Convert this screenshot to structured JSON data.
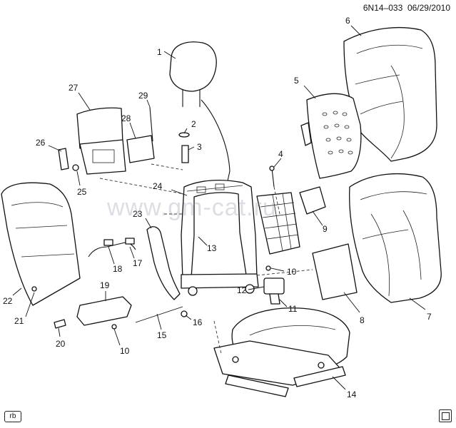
{
  "header": {
    "part_code": "6N14–033",
    "date": "06/29/2010"
  },
  "footer": {
    "tag": "rb"
  },
  "watermark": "www.gm-cat.ru",
  "callouts": [
    {
      "id": "c1",
      "label": "1"
    },
    {
      "id": "c2",
      "label": "2"
    },
    {
      "id": "c3",
      "label": "3"
    },
    {
      "id": "c4",
      "label": "4"
    },
    {
      "id": "c5",
      "label": "5"
    },
    {
      "id": "c6",
      "label": "6"
    },
    {
      "id": "c7",
      "label": "7"
    },
    {
      "id": "c8",
      "label": "8"
    },
    {
      "id": "c9",
      "label": "9"
    },
    {
      "id": "c10a",
      "label": "10"
    },
    {
      "id": "c10b",
      "label": "10"
    },
    {
      "id": "c11",
      "label": "11"
    },
    {
      "id": "c12",
      "label": "12"
    },
    {
      "id": "c13",
      "label": "13"
    },
    {
      "id": "c14",
      "label": "14"
    },
    {
      "id": "c15",
      "label": "15"
    },
    {
      "id": "c16",
      "label": "16"
    },
    {
      "id": "c17",
      "label": "17"
    },
    {
      "id": "c18",
      "label": "18"
    },
    {
      "id": "c19",
      "label": "19"
    },
    {
      "id": "c20",
      "label": "20"
    },
    {
      "id": "c21",
      "label": "21"
    },
    {
      "id": "c22",
      "label": "22"
    },
    {
      "id": "c23",
      "label": "23"
    },
    {
      "id": "c24",
      "label": "24"
    },
    {
      "id": "c25",
      "label": "25"
    },
    {
      "id": "c26",
      "label": "26"
    },
    {
      "id": "c27",
      "label": "27"
    },
    {
      "id": "c28",
      "label": "28"
    },
    {
      "id": "c29",
      "label": "29"
    }
  ]
}
